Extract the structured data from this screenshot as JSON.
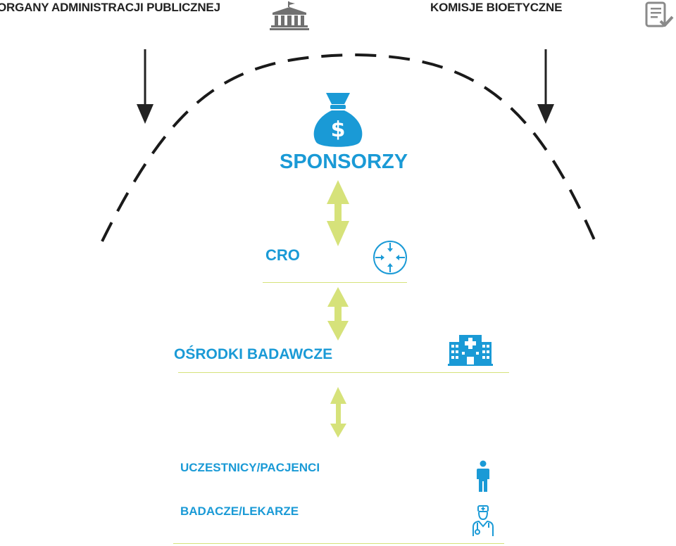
{
  "regulators": {
    "public_admin": "ORGANY ADMINISTRACJI PUBLICZNEJ",
    "bioethics": "KOMISJE BIOETYCZNE"
  },
  "tiers": {
    "sponsors": "SPONSORZY",
    "cro": "CRO",
    "research_centers": "OŚRODKI BADAWCZE",
    "participants": "UCZESTNICY/PACJENCI",
    "investigators": "BADACZE/LEKARZE"
  },
  "icons": {
    "public_admin": "government-building-icon",
    "bioethics": "checklist-document-icon",
    "sponsors": "money-bag-icon",
    "cro": "target-crosshair-icon",
    "research_centers": "hospital-icon",
    "participants": "person-icon",
    "investigators": "doctor-icon"
  },
  "colors": {
    "accent_blue": "#1a9ad6",
    "arrow_green": "#d6e27a",
    "dark": "#222222",
    "icon_gray": "#707070"
  }
}
